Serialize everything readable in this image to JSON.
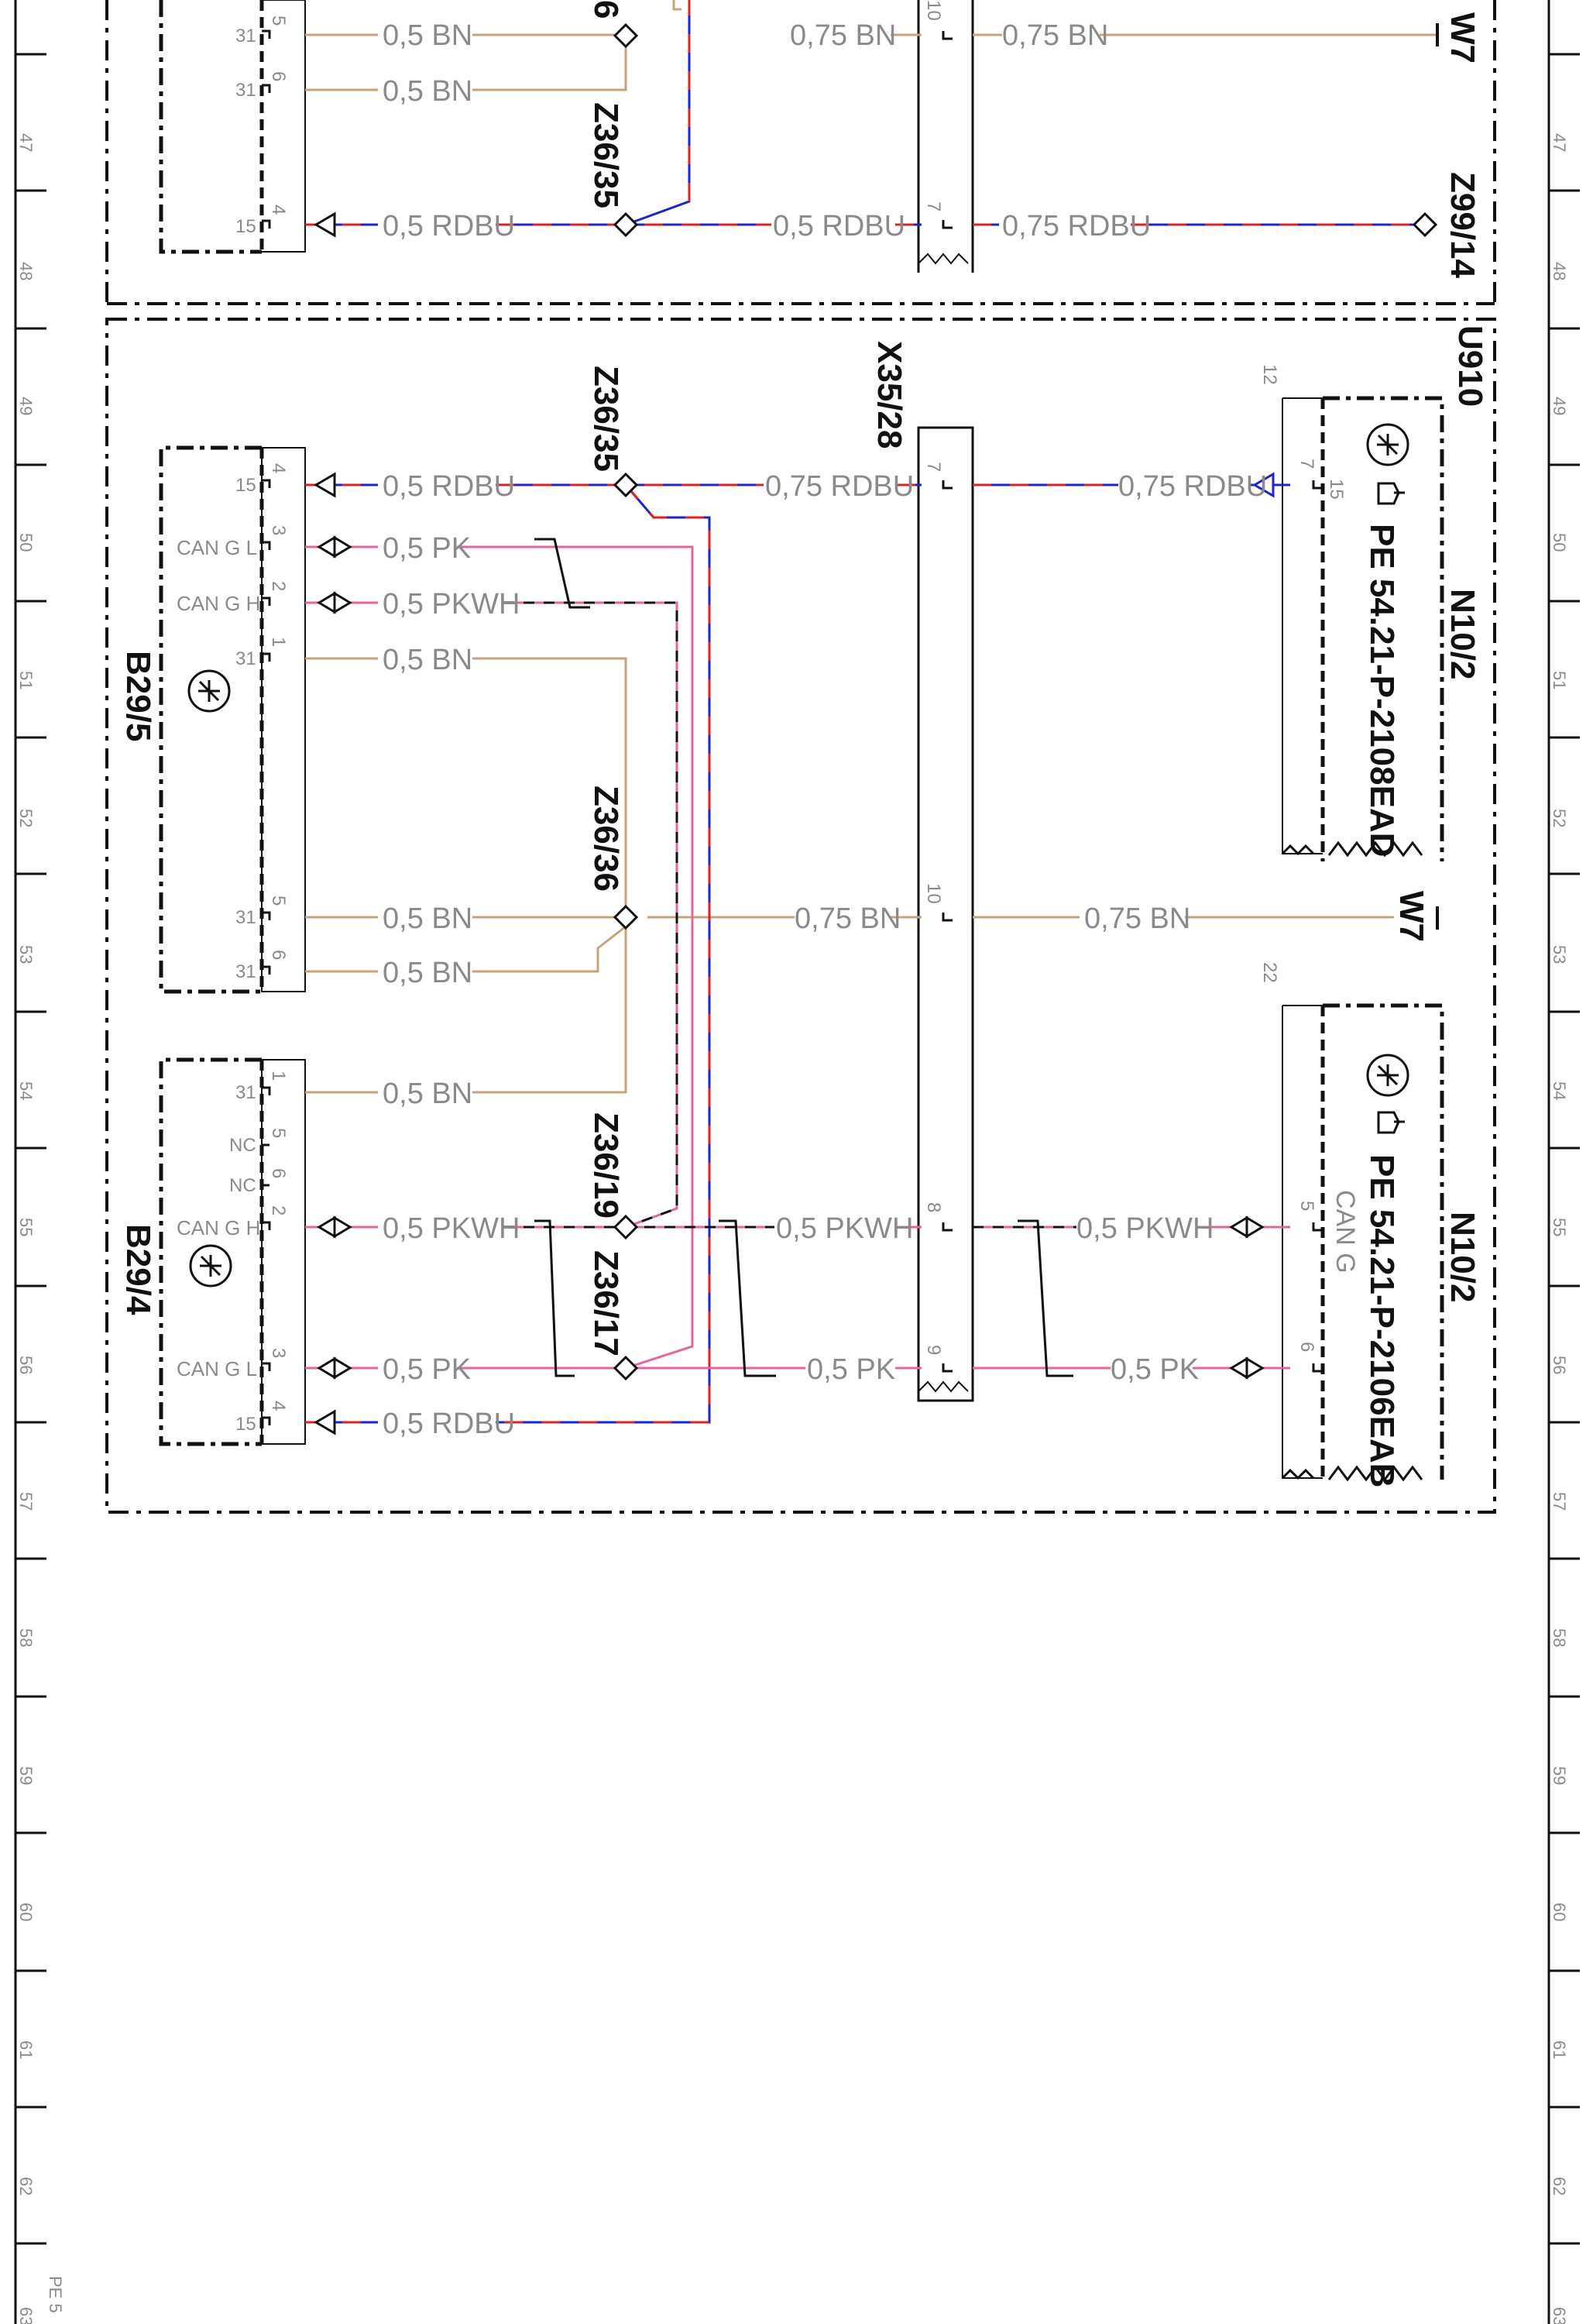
{
  "colors": {
    "BN": "#c8a27a",
    "PK": "#e8629c",
    "PKWH": "#e8629c",
    "RDBU_red": "#e02020",
    "RDBU_blue": "#1a24d6",
    "outline": "#111111",
    "text": "#8a8a8a"
  },
  "ruler": {
    "numbers": [
      "47",
      "48",
      "49",
      "50",
      "51",
      "52",
      "53",
      "54",
      "55",
      "56",
      "57",
      "58",
      "59",
      "60",
      "61",
      "62",
      "63"
    ],
    "corner": "PE 5"
  },
  "refs": {
    "z36_36_top": "6",
    "z36_35_top": "Z36/35",
    "z99_14": "Z99/14",
    "w7_top": "W7",
    "u910": "U910",
    "x35_28": "X35/28",
    "z36_35": "Z36/35",
    "z36_36": "Z36/36",
    "z36_19": "Z36/19",
    "z36_17": "Z36/17",
    "w7": "W7",
    "b29_5": "B29/5",
    "b29_4": "B29/4",
    "n10_2_upper": "N10/2",
    "n10_2_lower": "N10/2",
    "pe_upper": "PE 54.21-P-2108EAD",
    "pe_lower": "PE 54.21-P-2106EAB",
    "can_g": "CAN G",
    "note_12": "12",
    "note_22": "22"
  },
  "wires": {
    "bn_05": "0,5 BN",
    "bn_075": "0,75 BN",
    "rdbu_05": "0,5 RDBU",
    "rdbu_075": "0,75 RDBU",
    "pk_05": "0,5 PK",
    "pkwh_05": "0,5 PKWH"
  },
  "pins": {
    "p1": "1",
    "p2": "2",
    "p3": "3",
    "p4": "4",
    "p5": "5",
    "p6": "6",
    "p7": "7",
    "p8": "8",
    "p9": "9",
    "p10": "10",
    "p15": "15"
  },
  "conn": {
    "t31": "31",
    "t15": "15",
    "can_g_l": "CAN G L",
    "can_g_h": "CAN G H",
    "nc": "NC"
  }
}
